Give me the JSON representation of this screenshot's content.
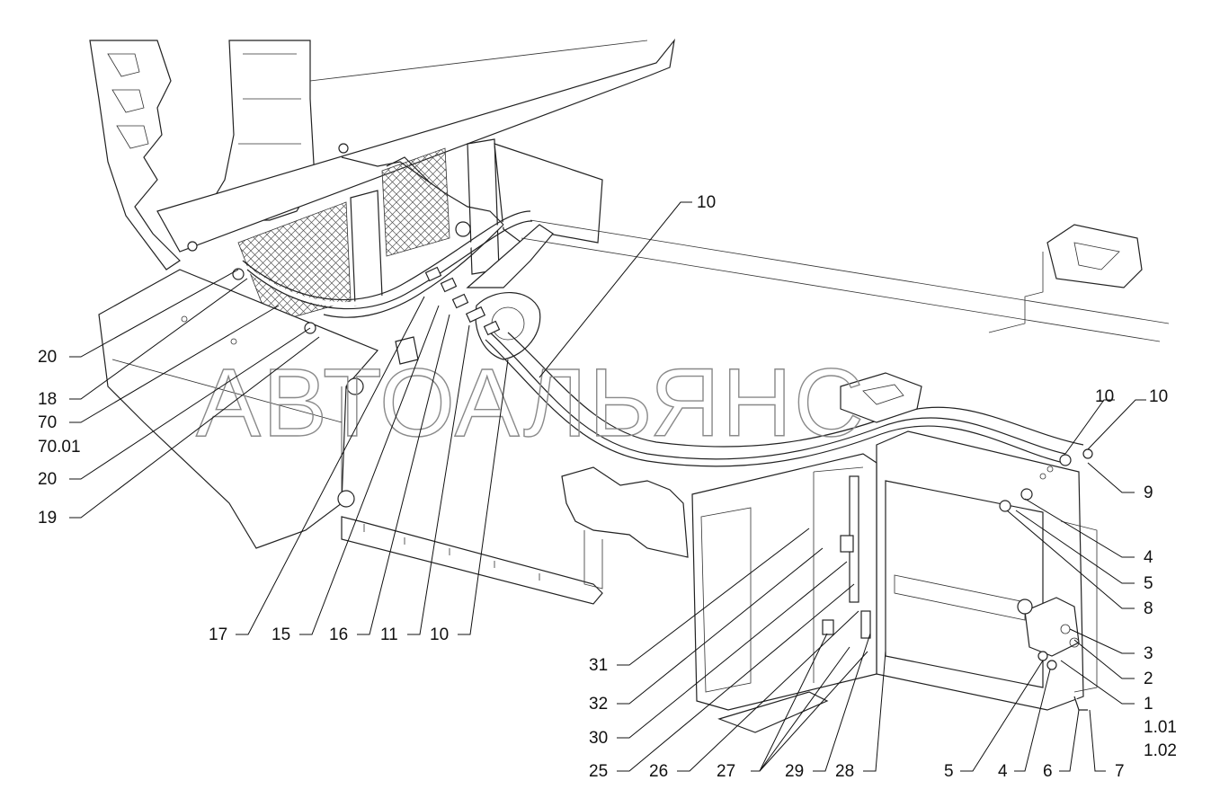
{
  "watermark": "АВТОАЛЬЯНС",
  "callouts": [
    {
      "id": "c10-top",
      "label": "10"
    },
    {
      "id": "c20-a",
      "label": "20"
    },
    {
      "id": "c18",
      "label": "18"
    },
    {
      "id": "c70",
      "label": "70"
    },
    {
      "id": "c70-01",
      "label": "70.01"
    },
    {
      "id": "c20-b",
      "label": "20"
    },
    {
      "id": "c19",
      "label": "19"
    },
    {
      "id": "c17",
      "label": "17"
    },
    {
      "id": "c15",
      "label": "15"
    },
    {
      "id": "c16",
      "label": "16"
    },
    {
      "id": "c11",
      "label": "11"
    },
    {
      "id": "c10-bottom",
      "label": "10"
    },
    {
      "id": "c10-right-a",
      "label": "10"
    },
    {
      "id": "c10-right-b",
      "label": "10"
    },
    {
      "id": "c9",
      "label": "9"
    },
    {
      "id": "c4-a",
      "label": "4"
    },
    {
      "id": "c5-a",
      "label": "5"
    },
    {
      "id": "c8",
      "label": "8"
    },
    {
      "id": "c3",
      "label": "3"
    },
    {
      "id": "c2",
      "label": "2"
    },
    {
      "id": "c1",
      "label": "1"
    },
    {
      "id": "c1-01",
      "label": "1.01"
    },
    {
      "id": "c1-02",
      "label": "1.02"
    },
    {
      "id": "c31",
      "label": "31"
    },
    {
      "id": "c32",
      "label": "32"
    },
    {
      "id": "c30",
      "label": "30"
    },
    {
      "id": "c25",
      "label": "25"
    },
    {
      "id": "c26",
      "label": "26"
    },
    {
      "id": "c27",
      "label": "27"
    },
    {
      "id": "c29",
      "label": "29"
    },
    {
      "id": "c28",
      "label": "28"
    },
    {
      "id": "c5-b",
      "label": "5"
    },
    {
      "id": "c4-b",
      "label": "4"
    },
    {
      "id": "c6",
      "label": "6"
    },
    {
      "id": "c7",
      "label": "7"
    }
  ]
}
